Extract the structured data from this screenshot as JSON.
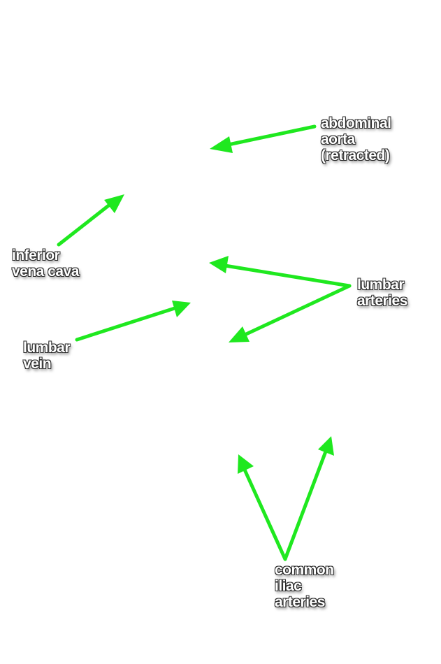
{
  "colors": {
    "arrow": "#1fe81f",
    "label_text": "#ffffff",
    "background": "#ffffff"
  },
  "labels": {
    "aorta": [
      "abdominal",
      "aorta",
      "(retracted)"
    ],
    "ivc": [
      "inferior",
      "vena cava"
    ],
    "lumbar_arteries": [
      "lumbar",
      "arteries"
    ],
    "lumbar_vein": [
      "lumbar",
      "vein"
    ],
    "iliac": [
      "common",
      "iliac",
      "arteries"
    ]
  }
}
